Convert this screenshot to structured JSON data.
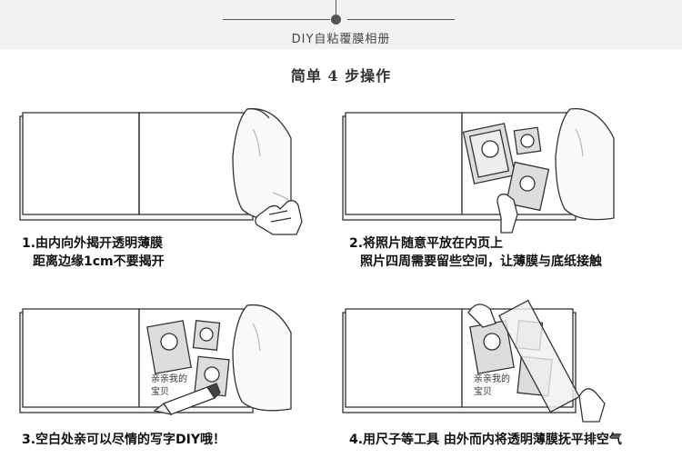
{
  "header": {
    "title": "DIY自粘覆膜相册"
  },
  "subtitle": "简单 4 步操作",
  "steps": [
    {
      "line1": "1.由内向外揭开透明薄膜",
      "line2": "距离边缘1cm不要揭开"
    },
    {
      "line1": "2.将照片随意平放在内页上",
      "line2": "照片四周需要留些空间，让薄膜与底纸接触"
    },
    {
      "line1": "3.空白处亲可以尽情的写字DIY哦！",
      "line2": ""
    },
    {
      "line1": "4.用尺子等工具 由外而内将透明薄膜抚平排空气",
      "line2": ""
    }
  ],
  "handwriting": {
    "line1": "亲亲我的",
    "line2": "宝贝"
  }
}
